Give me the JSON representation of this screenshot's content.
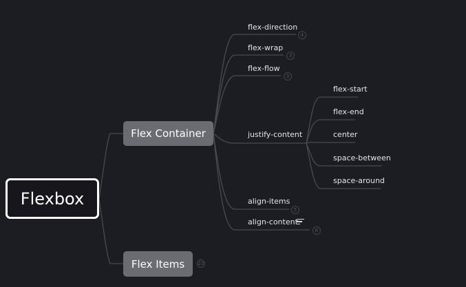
{
  "root": {
    "label": "Flexbox"
  },
  "flex_container": {
    "label": "Flex Container",
    "children": [
      {
        "label": "flex-direction",
        "count": "4"
      },
      {
        "label": "flex-wrap",
        "count": "3"
      },
      {
        "label": "flex-flow",
        "count": "3"
      },
      {
        "label": "justify-content",
        "count": ""
      },
      {
        "label": "align-items",
        "count": "5"
      },
      {
        "label": "align-content",
        "count": "6"
      }
    ],
    "justify_content_values": [
      "flex-start",
      "flex-end",
      "center",
      "space-between",
      "space-around"
    ]
  },
  "flex_items": {
    "label": "Flex Items",
    "count": "23"
  },
  "colors": {
    "background": "#1c1c23",
    "connector": "#4a4a54",
    "pill": "#6b6b74",
    "root_border": "#ffffff"
  },
  "icons": {
    "align_content_note": "notes-icon"
  }
}
